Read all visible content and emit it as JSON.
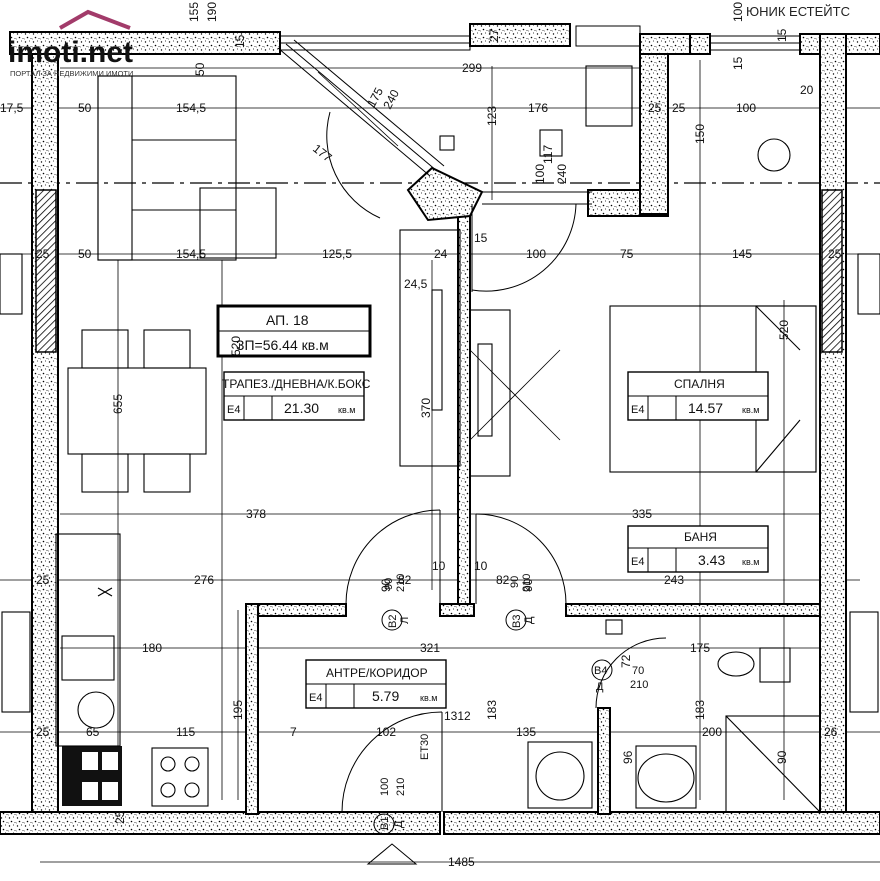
{
  "logo": {
    "name": "imoti.net",
    "tagline": "ПОРТАЛ ЗА НЕДВИЖИМИ ИМОТИ"
  },
  "watermark": "ЮНИК ЕСТЕЙТС",
  "apartment": {
    "title": "АП. 18",
    "area": "ЗП=56.44 кв.м"
  },
  "rooms": [
    {
      "name": "ТРАПЕЗ./ДНЕВНА/К.БОКС",
      "code": "E4",
      "area": "21.30",
      "unit": "кв.м"
    },
    {
      "name": "СПАЛНЯ",
      "code": "E4",
      "area": "14.57",
      "unit": "кв.м"
    },
    {
      "name": "БАНЯ",
      "code": "E4",
      "area": "3.43",
      "unit": "кв.м"
    },
    {
      "name": "АНТРЕ/КОРИДОР",
      "code": "E4",
      "area": "5.79",
      "unit": "кв.м"
    }
  ],
  "doors": [
    {
      "label": "B1",
      "sub": "Д"
    },
    {
      "label": "B2",
      "sub": "Л"
    },
    {
      "label": "B3",
      "sub": "Д"
    },
    {
      "label": "B4",
      "sub": "Д"
    }
  ],
  "doorDims": [
    {
      "w": "100",
      "h": "210"
    },
    {
      "w": "90",
      "h": "210"
    },
    {
      "w": "90",
      "h": "210"
    },
    {
      "w": "70",
      "h": "210"
    }
  ],
  "labels": {
    "eloc": "ЕТ30",
    "lim": "1312"
  },
  "dimensions": {
    "top": [
      "155",
      "190",
      "15",
      "50",
      "299",
      "27",
      "15",
      "100",
      "15"
    ],
    "row1": [
      "17,5",
      "50",
      "154,5",
      "176",
      "25",
      "25",
      "100",
      "20"
    ],
    "row2": [
      "25",
      "50",
      "154,5",
      "125,5",
      "24",
      "15",
      "100",
      "75",
      "145",
      "25"
    ],
    "row3": [
      "378",
      "335"
    ],
    "row4": [
      "25",
      "276",
      "90",
      "82",
      "10",
      "10",
      "82",
      "90",
      "243"
    ],
    "row5": [
      "180",
      "321",
      "175"
    ],
    "row6": [
      "25",
      "65",
      "115",
      "7",
      "102",
      "135",
      "200",
      "26"
    ],
    "bottom": "1485",
    "vertical": [
      "123",
      "150",
      "175",
      "240",
      "177",
      "117",
      "100",
      "240",
      "520",
      "24,5",
      "370",
      "520",
      "655",
      "195",
      "183",
      "183",
      "72",
      "96",
      "90",
      "25"
    ]
  }
}
